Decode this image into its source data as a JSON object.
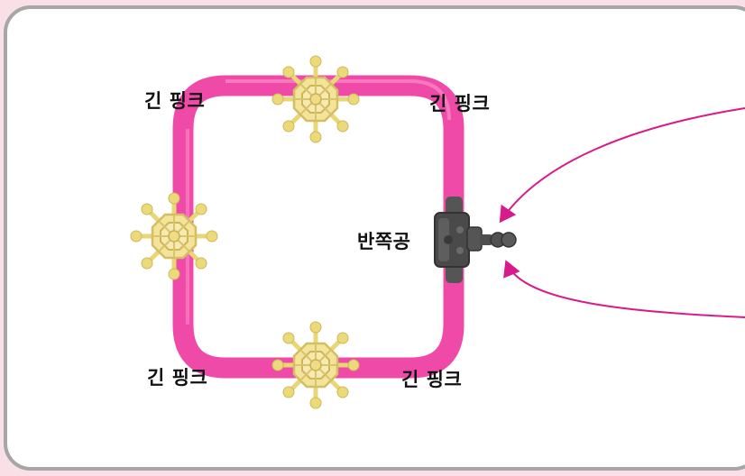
{
  "labels": {
    "top_left": "긴 핑크",
    "top_right": "긴 핑크",
    "bottom_left": "긴 핑크",
    "bottom_right": "긴 핑크",
    "half_ball": "반쪽공"
  },
  "colors": {
    "background": "#f9e0e6",
    "panel": "#ffffff",
    "panel_border": "#a6a6a6",
    "pink_rod": "#f04aa8",
    "yellow_connector": "#f2e28e",
    "gray_connector": "#4a4a4a",
    "arrow": "#d81b8a"
  }
}
